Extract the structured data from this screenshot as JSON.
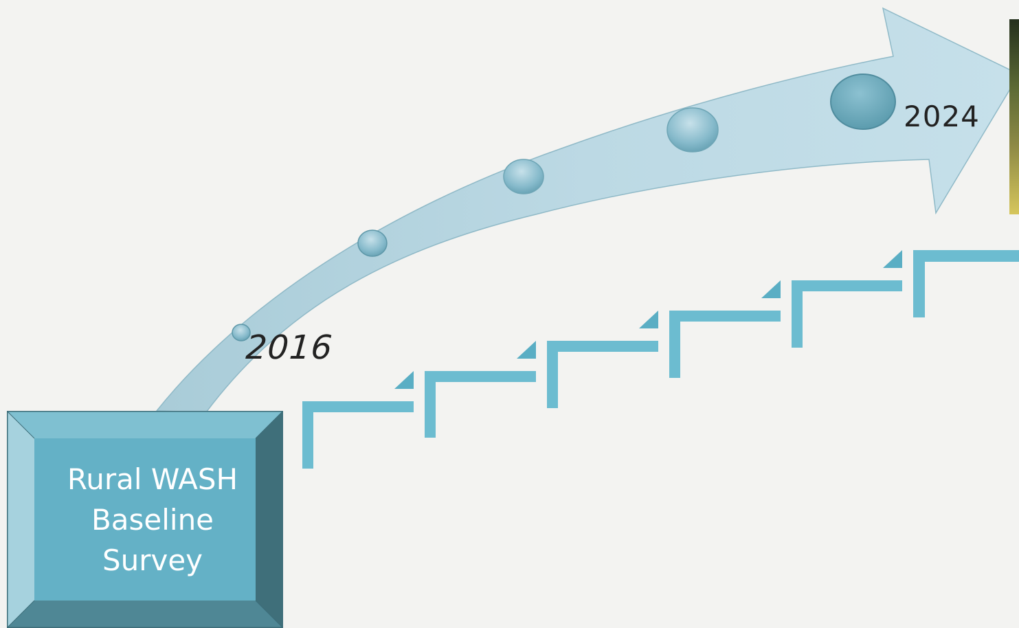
{
  "timeline": {
    "start_year": "2016",
    "end_year": "2024",
    "milestone_count": 5,
    "step_count": 6
  },
  "survey_box": {
    "label": "Rural WASH\nBaseline\nSurvey"
  },
  "colors": {
    "background": "#f3f3f1",
    "arrow_fill": "#bcd8e3",
    "step_teal": "#6cbcd0",
    "box_face": "#64b1c6",
    "box_shadow": "#3f6f7a",
    "dot": "#7fb8c9"
  },
  "icons": {
    "timeline_arrow": "curved-arrow-icon",
    "milestone_marker": "circle-dot-icon",
    "step": "staircase-step-icon"
  }
}
